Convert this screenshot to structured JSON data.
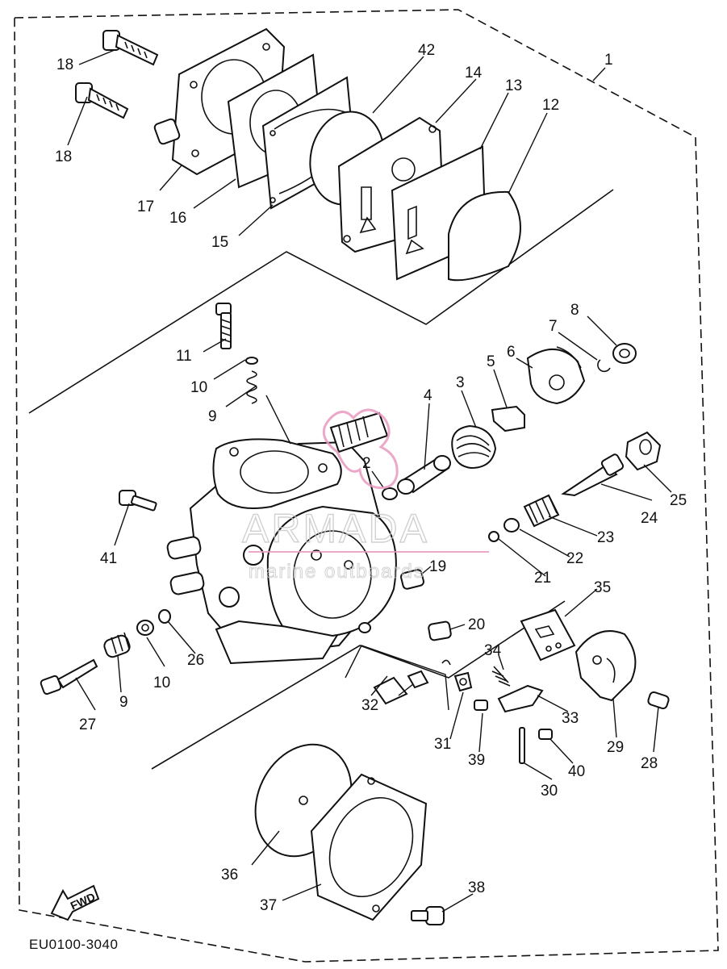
{
  "drawing_code": "EU0100-3040",
  "fwd_label": "FWD",
  "watermark": {
    "brand": "ARMADA",
    "tagline": "marine outboards",
    "accent_color": "#e89ac0"
  },
  "callouts": [
    "1",
    "2",
    "3",
    "4",
    "5",
    "6",
    "7",
    "8",
    "9",
    "9",
    "10",
    "10",
    "11",
    "12",
    "13",
    "14",
    "15",
    "16",
    "17",
    "18",
    "18",
    "19",
    "20",
    "21",
    "22",
    "23",
    "24",
    "25",
    "26",
    "27",
    "28",
    "29",
    "30",
    "31",
    "32",
    "33",
    "34",
    "35",
    "36",
    "37",
    "38",
    "39",
    "40",
    "41",
    "42"
  ]
}
